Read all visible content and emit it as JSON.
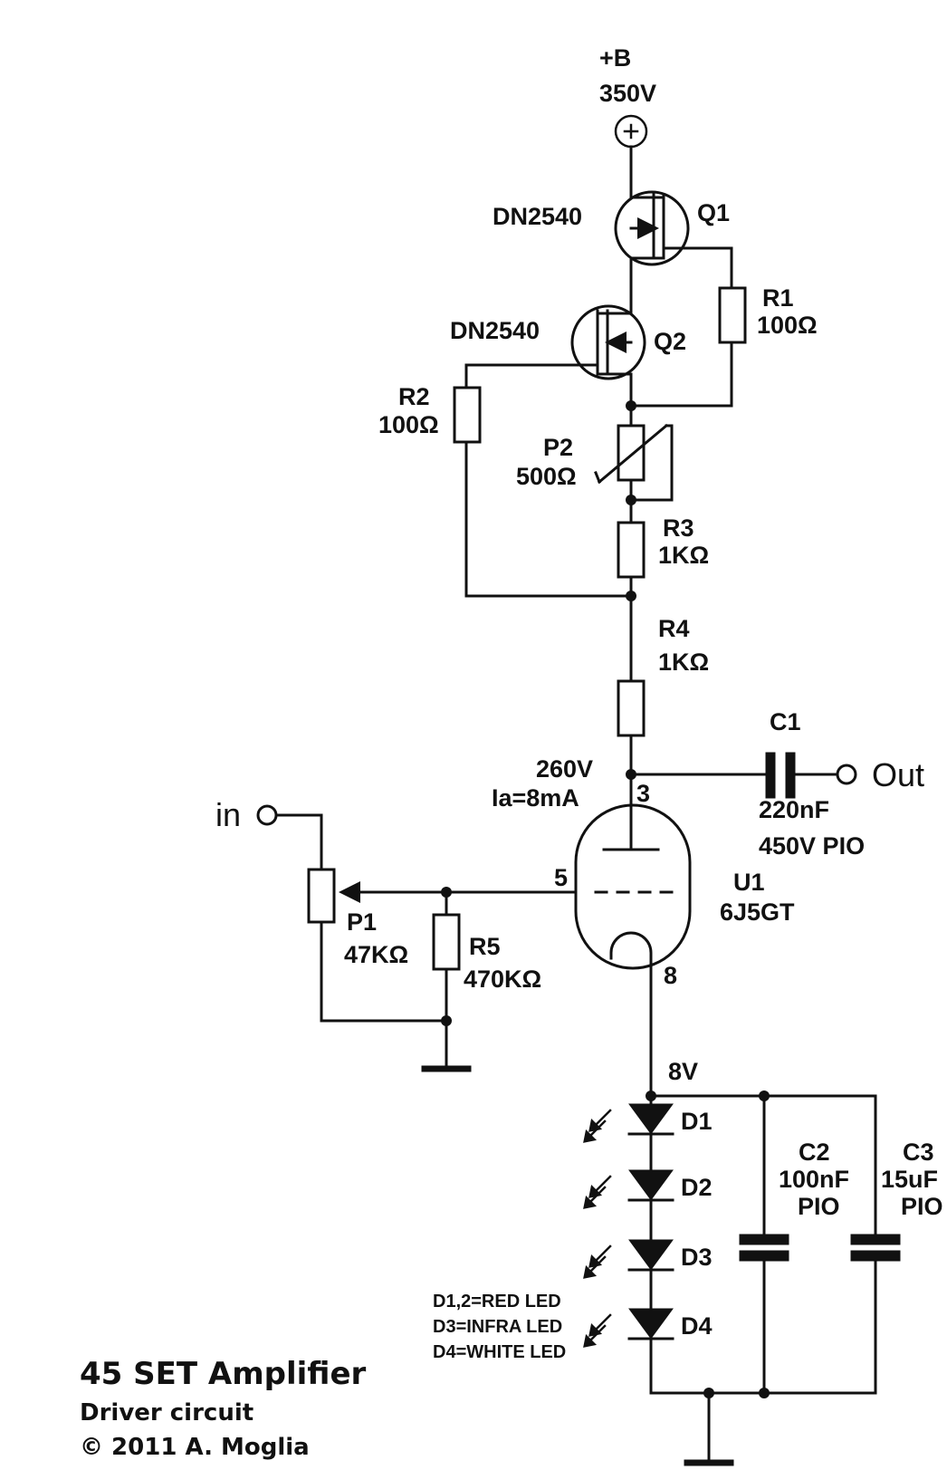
{
  "supply": {
    "name": "+B",
    "voltage": "350V",
    "symbol": "+"
  },
  "q1": {
    "ref": "Q1",
    "part": "DN2540"
  },
  "q2": {
    "ref": "Q2",
    "part": "DN2540"
  },
  "r1": {
    "ref": "R1",
    "value": "100Ω"
  },
  "r2": {
    "ref": "R2",
    "value": "100Ω"
  },
  "p2": {
    "ref": "P2",
    "value": "500Ω"
  },
  "r3": {
    "ref": "R3",
    "value": "1KΩ"
  },
  "r4": {
    "ref": "R4",
    "value": "1KΩ"
  },
  "plate": {
    "voltage": "260V",
    "current": "Ia=8mA",
    "pin": "3"
  },
  "c1": {
    "ref": "C1",
    "value": "220nF",
    "type": "450V PIO"
  },
  "output": {
    "label": "Out"
  },
  "input": {
    "label": "in"
  },
  "tube": {
    "ref": "U1",
    "part": "6J5GT",
    "grid_pin": "5",
    "cathode_pin": "8"
  },
  "p1": {
    "ref": "P1",
    "value": "47KΩ"
  },
  "r5": {
    "ref": "R5",
    "value": "470KΩ"
  },
  "cathode": {
    "voltage": "8V"
  },
  "leds": [
    "D1",
    "D2",
    "D3",
    "D4"
  ],
  "led_notes": [
    "D1,2=RED LED",
    "D3=INFRA LED",
    "D4=WHITE LED"
  ],
  "c2": {
    "ref": "C2",
    "value": "100nF",
    "type": "PIO"
  },
  "c3": {
    "ref": "C3",
    "value": "15uF",
    "type": "PIO"
  },
  "title_block": {
    "title": "45 SET Amplifier",
    "subtitle": "Driver circuit",
    "copyright": "© 2011 A. Moglia"
  }
}
